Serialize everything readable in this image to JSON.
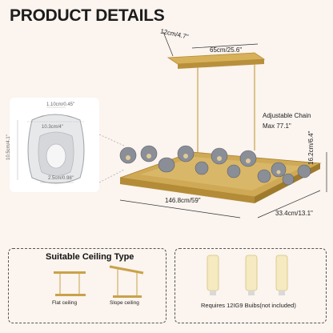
{
  "page": {
    "title": "PRODUCT DETAILS"
  },
  "dimensions": {
    "canopy_width": "12cm/4.7\"",
    "canopy_length": "65cm/25.6\"",
    "chain": "Adjustable Chain\nMax 77.1\"",
    "height": "16.2cm/6.4\"",
    "length": "146.8cm/59\"",
    "width": "33.4cm/13.1\""
  },
  "shade": {
    "top": "1.10cm/0.45\"",
    "diameter": "10.3cm/4\"",
    "height": "10.5cm/4.1\"",
    "bottom": "2.5cm/0.98\""
  },
  "ceiling": {
    "title": "Suitable Ceiling Type",
    "flat": "Flat ceiling",
    "slope": "Slope ceiling"
  },
  "bulbs": {
    "caption": "Requires 12IG9 Buibs(not included)"
  },
  "colors": {
    "gold": "#c9a24a",
    "glass": "#8a8e96",
    "bg": "#fbf4ef"
  }
}
